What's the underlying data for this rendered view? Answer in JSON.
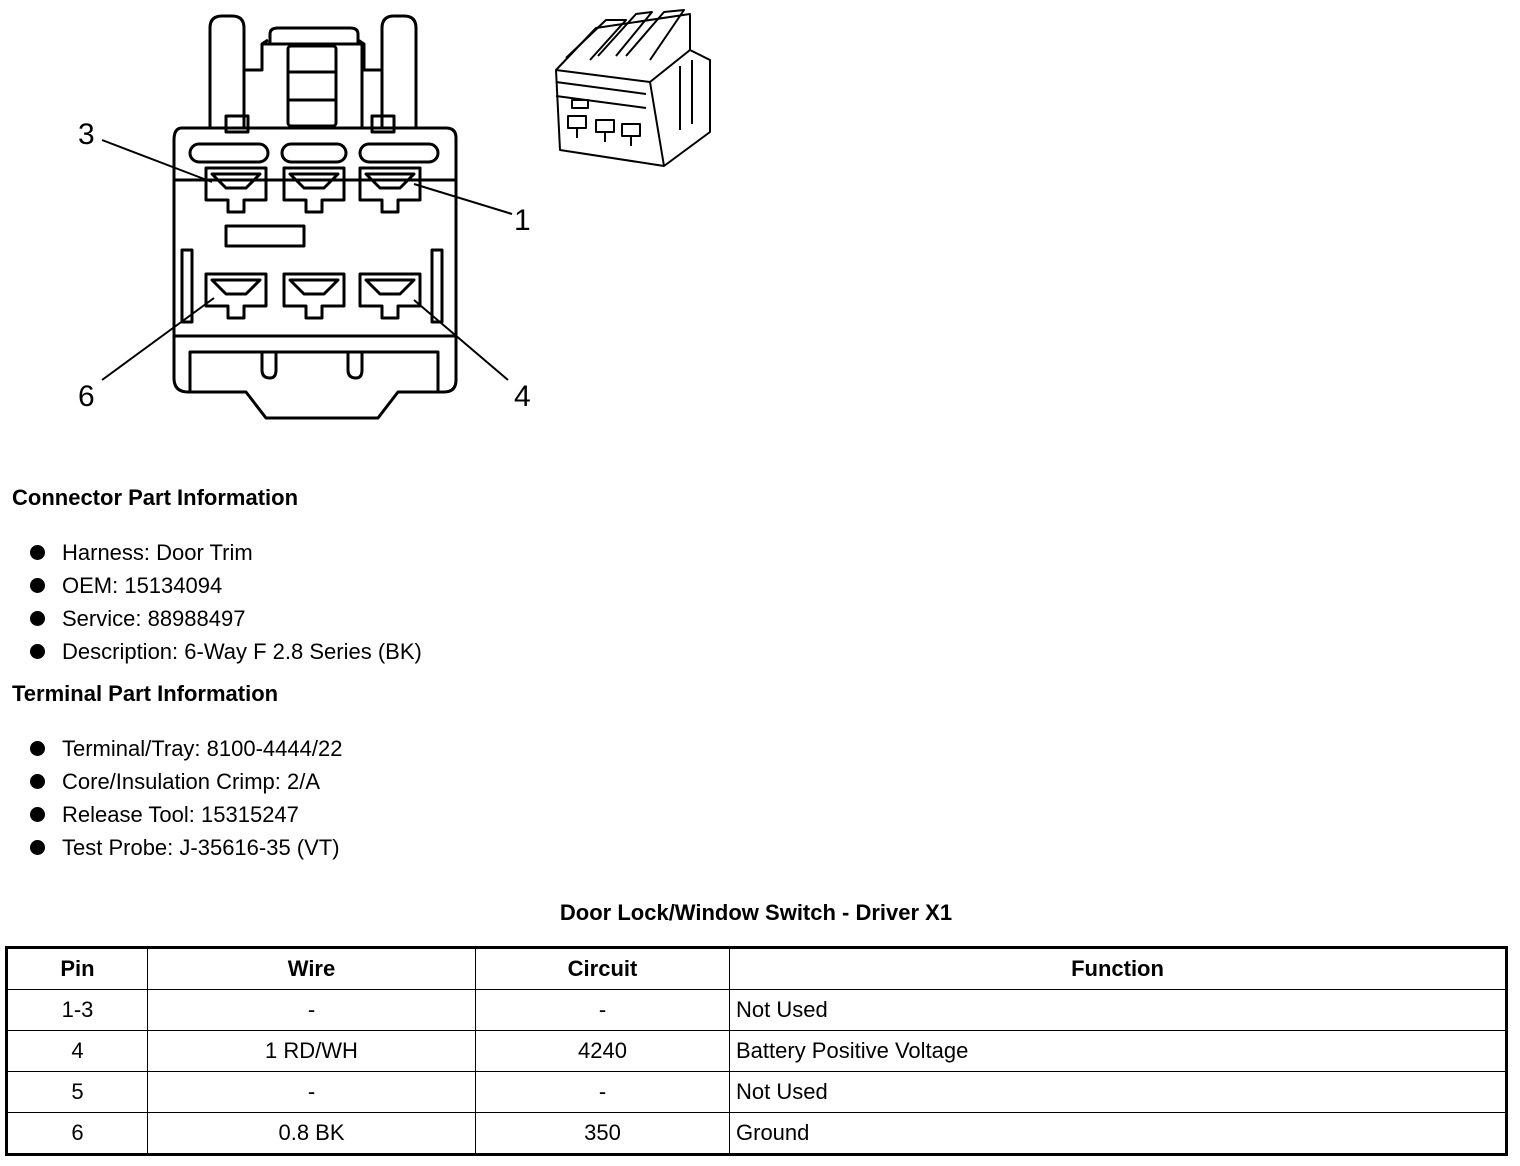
{
  "diagram": {
    "pin_labels": [
      "3",
      "1",
      "6",
      "4"
    ]
  },
  "connector_section": {
    "title": "Connector Part Information",
    "items": [
      "Harness: Door Trim",
      "OEM: 15134094",
      "Service: 88988497",
      "Description: 6-Way F 2.8 Series (BK)"
    ]
  },
  "terminal_section": {
    "title": "Terminal Part Information",
    "items": [
      "Terminal/Tray: 8100-4444/22",
      "Core/Insulation Crimp: 2/A",
      "Release Tool: 15315247",
      "Test Probe: J-35616-35 (VT)"
    ]
  },
  "table": {
    "title": "Door Lock/Window Switch - Driver X1",
    "headers": [
      "Pin",
      "Wire",
      "Circuit",
      "Function"
    ],
    "rows": [
      [
        "1-3",
        "-",
        "-",
        "Not Used"
      ],
      [
        "4",
        "1 RD/WH",
        "4240",
        "Battery Positive Voltage"
      ],
      [
        "5",
        "-",
        "-",
        "Not Used"
      ],
      [
        "6",
        "0.8 BK",
        "350",
        "Ground"
      ]
    ]
  }
}
